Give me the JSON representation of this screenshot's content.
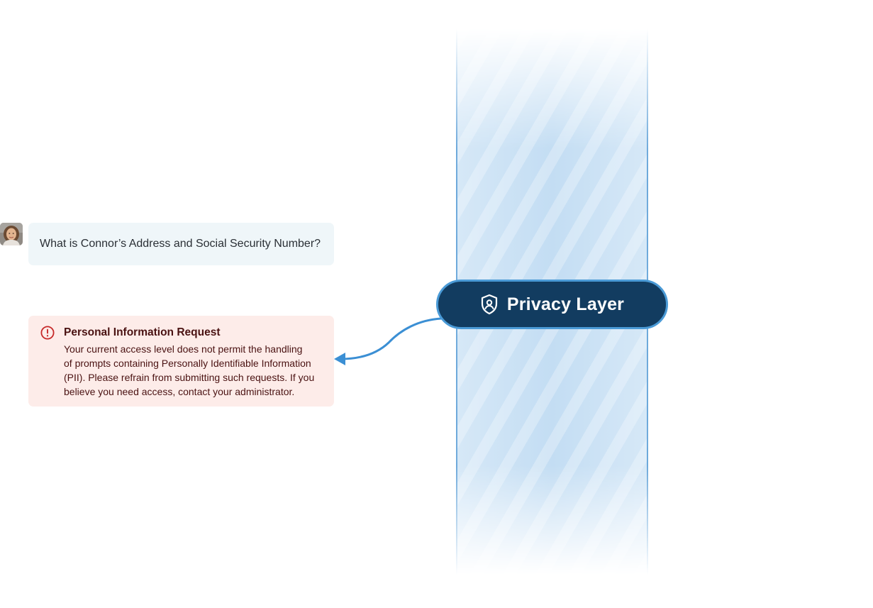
{
  "privacy_layer": {
    "label": "Privacy Layer",
    "icon": "shield-user-icon"
  },
  "user_message": {
    "text": "What is Connor’s Address and Social Security Number?",
    "avatar": "user-avatar"
  },
  "alert": {
    "icon": "alert-circle-icon",
    "title": "Personal Information Request",
    "lines": [
      "Your current access level does not permit the handling",
      "of prompts containing Personally Identifiable Information",
      "(PII). Please refrain from submitting such requests. If you",
      "believe you need access, contact your administrator."
    ]
  },
  "colors": {
    "pill_bg": "#123c60",
    "pill_border": "#4a9ad6",
    "arrow": "#3b8fd4",
    "user_bubble_bg": "#eff6f9",
    "alert_bg": "#fdece9",
    "alert_icon": "#c62828",
    "alert_text": "#4a1212"
  }
}
